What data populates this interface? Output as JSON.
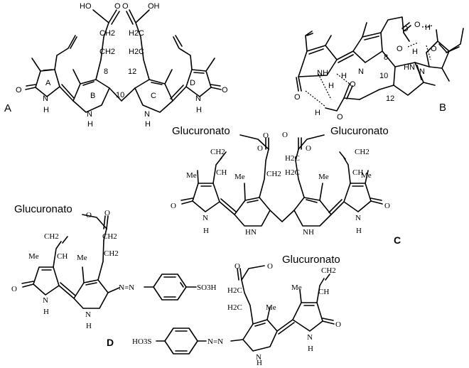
{
  "panels": {
    "a": "A",
    "b": "B",
    "c": "C",
    "d": "D"
  },
  "glucuronato": "Glucuronato",
  "atoms": {
    "O": "O",
    "OH": "OH",
    "HO": "HO",
    "N": "N",
    "H": "H",
    "NH": "NH",
    "HN": "HN",
    "Me": "Me"
  },
  "groups": {
    "CH2": "CH2",
    "H2C": "H2C",
    "CH": "CH",
    "SO3H": "SO3H",
    "HO3S": "HO3S"
  },
  "azo": "N=N",
  "rings": {
    "a": "A",
    "b": "B",
    "c": "C",
    "d": "D"
  },
  "positions": {
    "p8": "8",
    "p10": "10",
    "p12": "12"
  }
}
